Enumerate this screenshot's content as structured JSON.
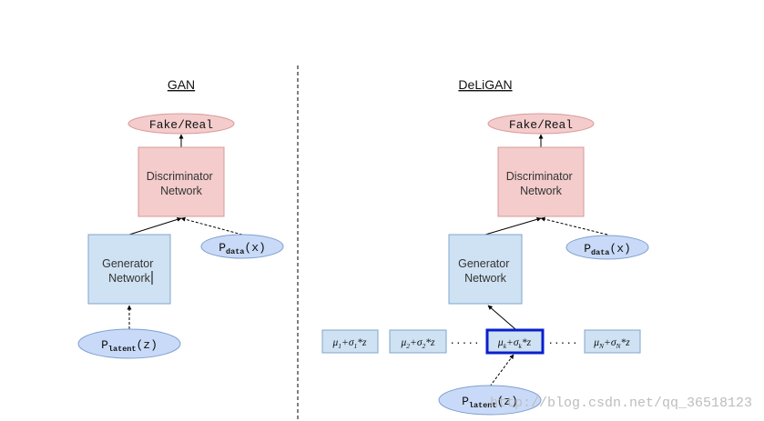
{
  "gan": {
    "title": "GAN",
    "fake_real": "Fake/Real",
    "discriminator": [
      "Discriminator",
      "Network"
    ],
    "generator": [
      "Generator",
      "Network"
    ],
    "p_data": {
      "main": "P",
      "sub": "data",
      "arg": "(x)"
    },
    "p_latent": {
      "main": "P",
      "sub": "latent",
      "arg": "(z)"
    }
  },
  "deligan": {
    "title": "DeLiGAN",
    "fake_real": "Fake/Real",
    "discriminator": [
      "Discriminator",
      "Network"
    ],
    "generator": [
      "Generator",
      "Network"
    ],
    "p_data": {
      "main": "P",
      "sub": "data",
      "arg": "(x)"
    },
    "p_latent": {
      "main": "P",
      "sub": "latent",
      "arg": "(z)"
    },
    "components": [
      {
        "mu": "μ",
        "i": "1",
        "sigma": "σ",
        "j": "1",
        "tail": "*z"
      },
      {
        "mu": "μ",
        "i": "2",
        "sigma": "σ",
        "j": "2",
        "tail": "*z"
      },
      {
        "mu": "μ",
        "i": "k",
        "sigma": "σ",
        "j": "k",
        "tail": "*z"
      },
      {
        "mu": "μ",
        "i": "N",
        "sigma": "σ",
        "j": "N",
        "tail": "*z"
      }
    ],
    "ellipsis": "·····"
  },
  "watermark": "http://blog.csdn.net/qq_36518123",
  "colors": {
    "pink": "#f4cccc",
    "blue": "#cfe2f3",
    "highlight": "#0a1fcc"
  }
}
